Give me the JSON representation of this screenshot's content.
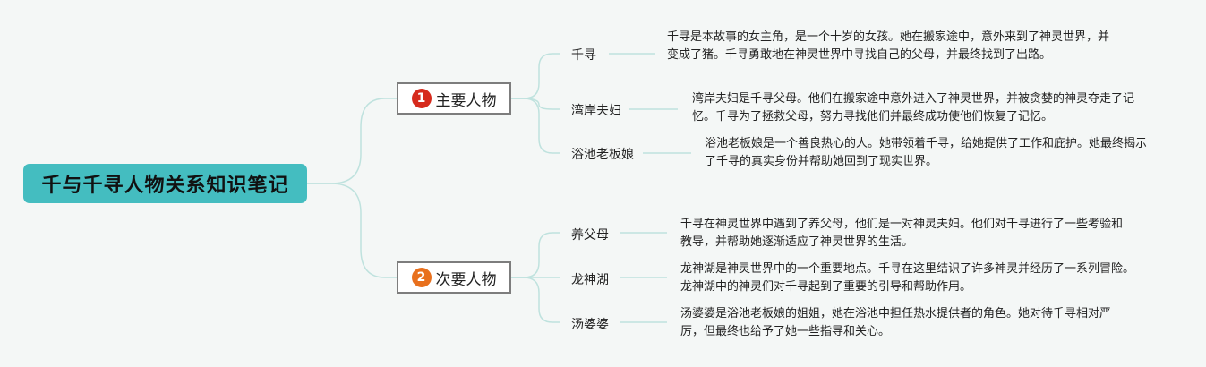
{
  "colors": {
    "background": "#f4f7f6",
    "root_fill": "#44bdc0",
    "connector": "#bfe2de",
    "badge_main": "#d62a1c",
    "badge_secondary": "#e8701d"
  },
  "mindmap": {
    "root": "千与千寻人物关系知识笔记",
    "branches": [
      {
        "number": "1",
        "label": "主要人物",
        "children": [
          {
            "name": "千寻",
            "description": "千寻是本故事的女主角，是一个十岁的女孩。她在搬家途中，意外来到了神灵世界，并变成了猪。千寻勇敢地在神灵世界中寻找自己的父母，并最终找到了出路。"
          },
          {
            "name": "湾岸夫妇",
            "description": "湾岸夫妇是千寻父母。他们在搬家途中意外进入了神灵世界，并被贪婪的神灵夺走了记忆。千寻为了拯救父母，努力寻找他们并最终成功使他们恢复了记忆。"
          },
          {
            "name": "浴池老板娘",
            "description": "浴池老板娘是一个善良热心的人。她带领着千寻，给她提供了工作和庇护。她最终揭示了千寻的真实身份并帮助她回到了现实世界。"
          }
        ]
      },
      {
        "number": "2",
        "label": "次要人物",
        "children": [
          {
            "name": "养父母",
            "description": "千寻在神灵世界中遇到了养父母，他们是一对神灵夫妇。他们对千寻进行了一些考验和教导，并帮助她逐渐适应了神灵世界的生活。"
          },
          {
            "name": "龙神湖",
            "description": "龙神湖是神灵世界中的一个重要地点。千寻在这里结识了许多神灵并经历了一系列冒险。龙神湖中的神灵们对千寻起到了重要的引导和帮助作用。"
          },
          {
            "name": "汤婆婆",
            "description": "汤婆婆是浴池老板娘的姐姐，她在浴池中担任热水提供者的角色。她对待千寻相对严厉，但最终也给予了她一些指导和关心。"
          }
        ]
      }
    ]
  }
}
